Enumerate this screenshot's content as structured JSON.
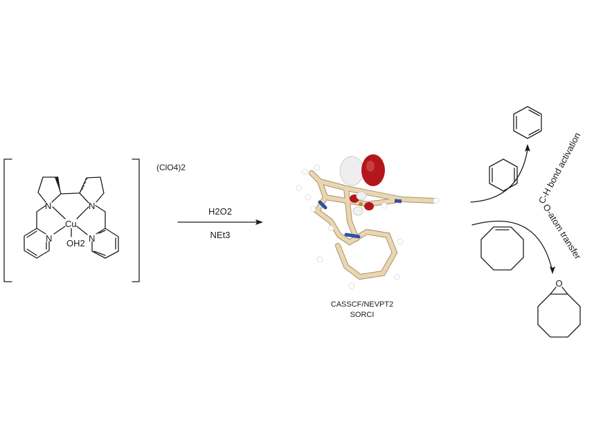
{
  "reactant": {
    "counterion": "(ClO4)2",
    "atoms": {
      "n1": "N",
      "n2": "N",
      "n3": "N",
      "n4": "N",
      "metal": "Cu",
      "ligand": "OH2"
    }
  },
  "reaction_arrow": {
    "reagent_top": "H2O2",
    "reagent_bottom": "NEt3"
  },
  "model": {
    "method_line1": "CASSCF/NEVPT2",
    "method_line2": "SORCI"
  },
  "pathways": [
    {
      "label": "C-H bond activation"
    },
    {
      "label": "O-atom transfer",
      "product_atom": "O"
    }
  ],
  "colors": {
    "bond": "#1a1a1a",
    "tube": "#e9d6b2",
    "orbital_red": "#b3161b",
    "orbital_white": "#f2f2f2",
    "nitrogen": "#2f4fa8"
  }
}
